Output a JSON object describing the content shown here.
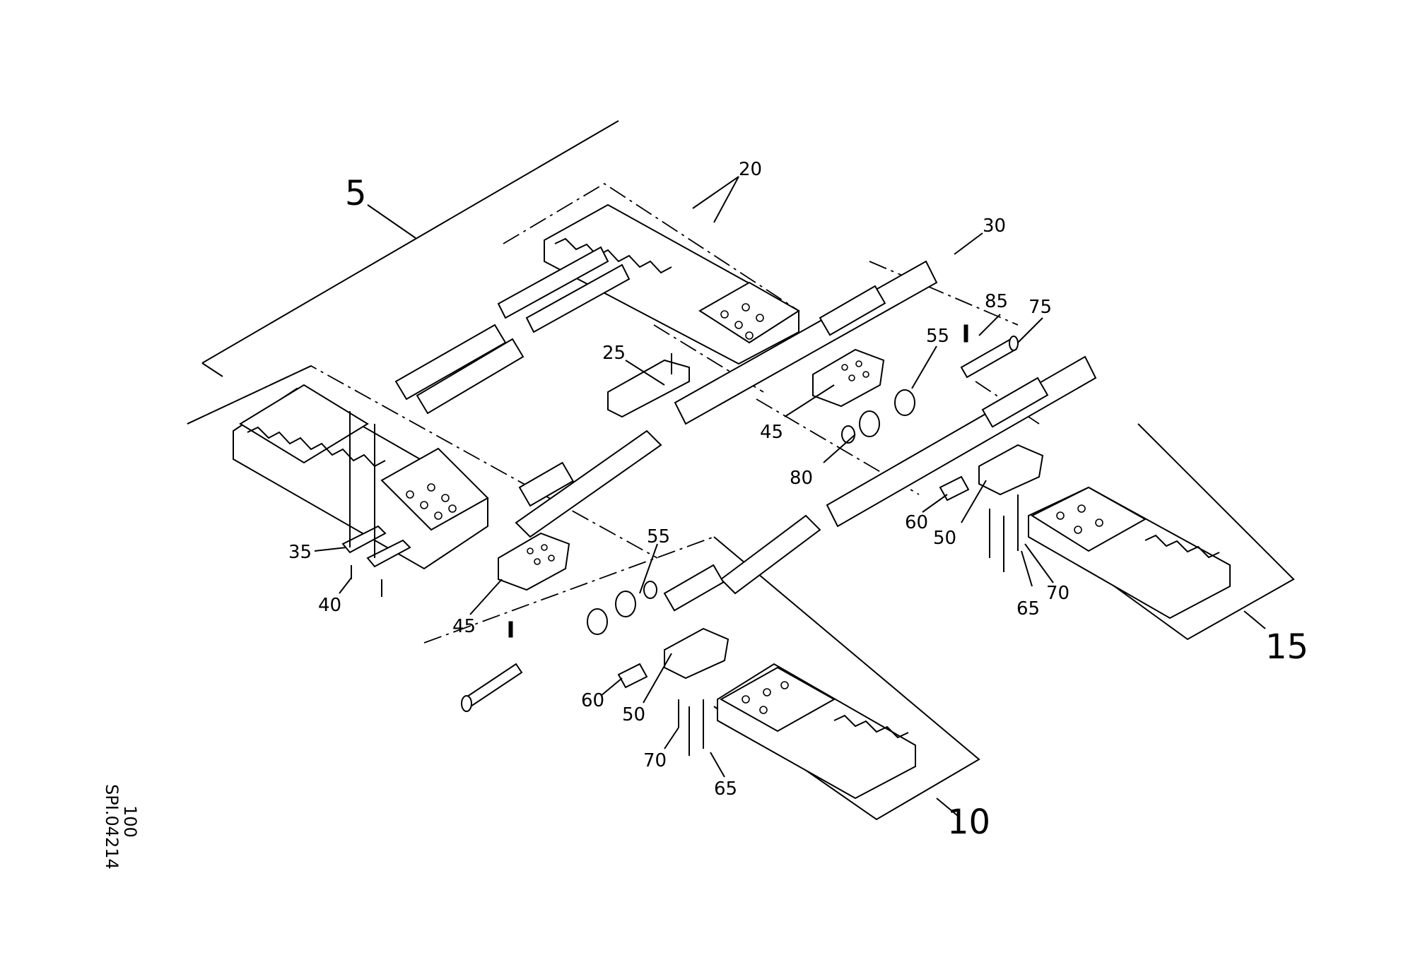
{
  "drawing_id": "SPI.04214",
  "sheet_number": "100",
  "callouts": {
    "c5": "5",
    "c10": "10",
    "c15": "15",
    "c20": "20",
    "c25": "25",
    "c30": "30",
    "c35": "35",
    "c40": "40",
    "c45a": "45",
    "c45b": "45",
    "c50a": "50",
    "c50b": "50",
    "c55a": "55",
    "c55b": "55",
    "c60a": "60",
    "c60b": "60",
    "c65a": "65",
    "c65b": "65",
    "c70a": "70",
    "c70b": "70",
    "c75": "75",
    "c80": "80",
    "c85": "85"
  }
}
